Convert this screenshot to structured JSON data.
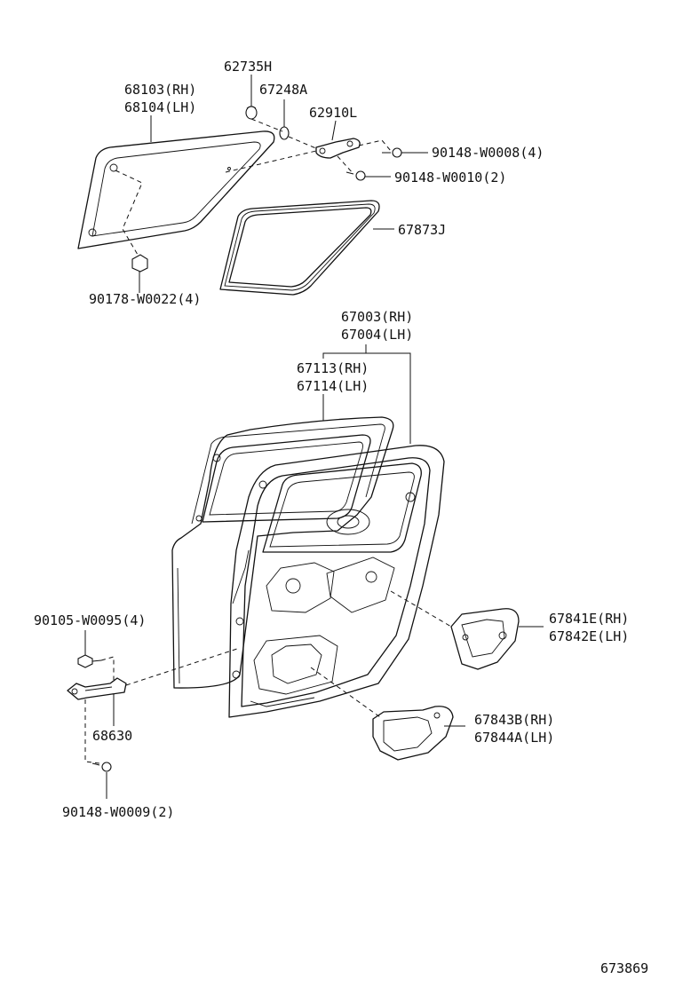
{
  "diagram_id": "673869",
  "labels": {
    "p62735h": "62735H",
    "p67248a": "67248A",
    "p68103": "68103(RH)",
    "p68104": "68104(LH)",
    "p62910l": "62910L",
    "p90148_w0008": "90148-W0008(4)",
    "p90148_w0010": "90148-W0010(2)",
    "p67873j": "67873J",
    "p90178_w0022": "90178-W0022(4)",
    "p67003": "67003(RH)",
    "p67004": "67004(LH)",
    "p67113": "67113(RH)",
    "p67114": "67114(LH)",
    "p67841e": "67841E(RH)",
    "p67842e": "67842E(LH)",
    "p90105_w0095": "90105-W0095(4)",
    "p68630": "68630",
    "p67843b": "67843B(RH)",
    "p67844a": "67844A(LH)",
    "p90148_w0009": "90148-W0009(2)"
  }
}
